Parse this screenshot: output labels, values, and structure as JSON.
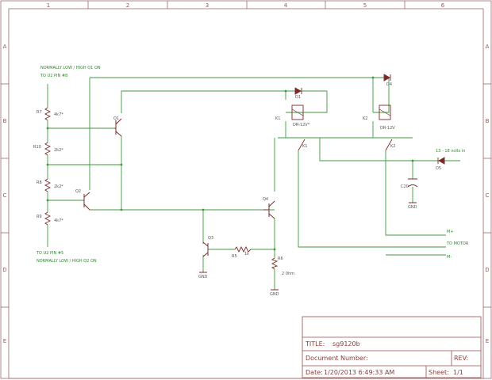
{
  "grid": {
    "columns": [
      "1",
      "2",
      "3",
      "4",
      "5",
      "6"
    ],
    "rows": [
      "A",
      "B",
      "C",
      "D",
      "E"
    ]
  },
  "notes": {
    "top_1": "NORMALLY LOW / HIGH Q1 ON",
    "top_2": "TO U2 PIN #8",
    "bottom_1": "TO U2 PIN #5",
    "bottom_2": "NORMALLY LOW / HIGH Q2 ON",
    "supply": "13 - 18 volts in",
    "motor": "TO MOTOR",
    "m_plus": "M+",
    "m_minus": "M-"
  },
  "parts": {
    "r7": "R7",
    "r7_val": "4k7*",
    "r10": "R10",
    "r10_val": "2k2*",
    "r8": "R8",
    "r8_val": "2k2*",
    "r9": "R9",
    "r9_val": "4k7*",
    "q1": "Q1",
    "q2": "Q2",
    "q3": "Q3",
    "q4": "Q4",
    "r5": "R5",
    "r5_val": "1k",
    "r6": "R6",
    "r6_val": "2 0hm",
    "d1": "D1",
    "d4": "D4",
    "d5": "D5",
    "k1": "K1",
    "k2": "K2",
    "k1_model": "DR-12V*",
    "k2_model": "DR-12V",
    "k1_sw": "K1",
    "k2_sw": "K2",
    "c20": "C20",
    "gnd": "GND"
  },
  "title_block": {
    "title_label": "TITLE:",
    "title_value": "sg9120b",
    "docnum_label": "Document Number:",
    "rev_label": "REV:",
    "date_label": "Date:",
    "date_value": "1/20/2013 6:49:33 AM",
    "sheet_label": "Sheet:",
    "sheet_value": "1/1"
  }
}
